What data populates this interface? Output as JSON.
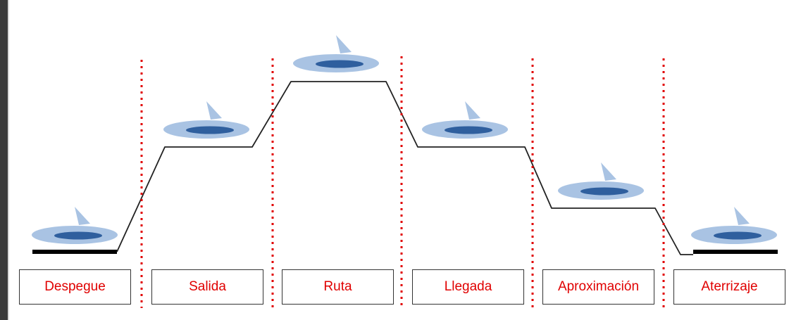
{
  "colors": {
    "divider": "#e00000",
    "label": "#e00000",
    "path": "#222222",
    "ground": "#000000",
    "plane_light": "#a9c3e3",
    "plane_dark": "#2f5f9e"
  },
  "phases": [
    {
      "label": "Despegue",
      "icon": "airplane-icon"
    },
    {
      "label": "Salida",
      "icon": "airplane-icon"
    },
    {
      "label": "Ruta",
      "icon": "airplane-icon"
    },
    {
      "label": "Llegada",
      "icon": "airplane-icon"
    },
    {
      "label": "Aproximación",
      "icon": "airplane-icon"
    },
    {
      "label": "Aterrizaje",
      "icon": "airplane-icon"
    }
  ]
}
